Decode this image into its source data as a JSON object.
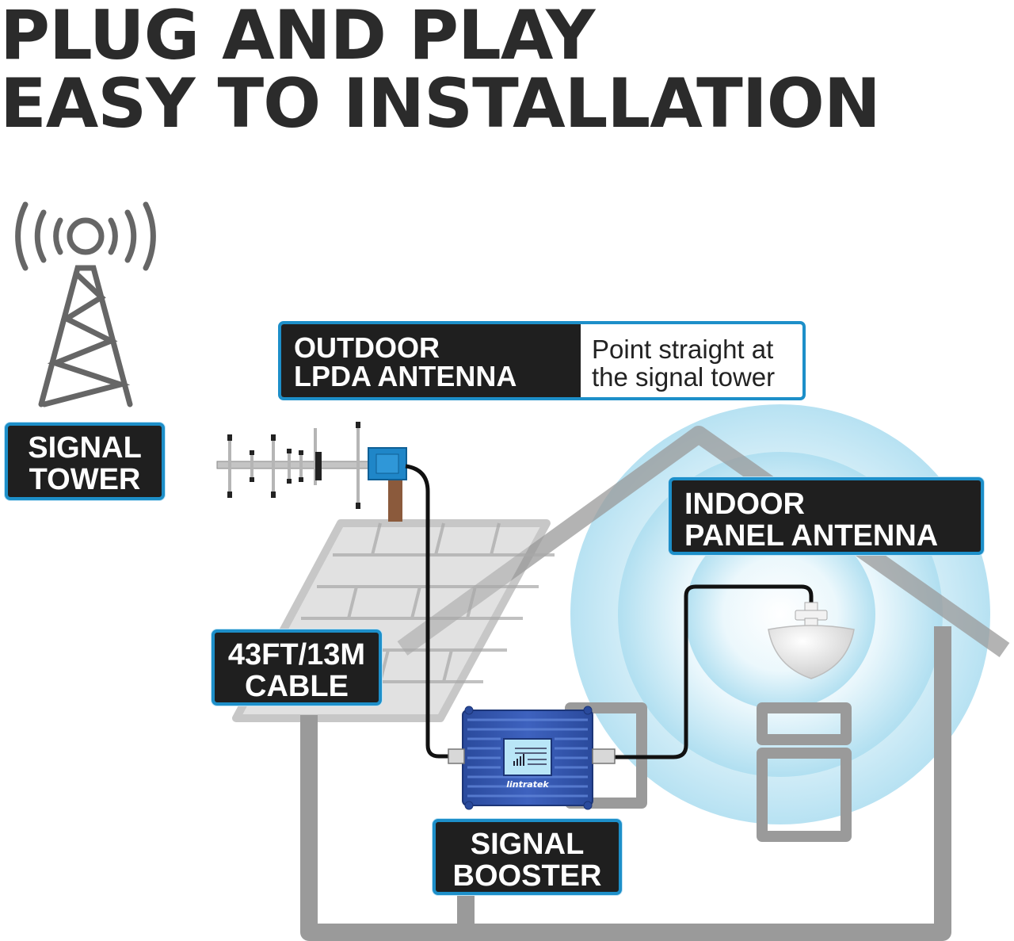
{
  "headline": {
    "line1": "PLUG AND PLAY",
    "line2": "EASY TO INSTALLATION"
  },
  "labels": {
    "signal_tower": [
      "SIGNAL",
      "TOWER"
    ],
    "outdoor_antenna": [
      "OUTDOOR",
      "LPDA  ANTENNA"
    ],
    "outdoor_note": [
      "Point straight at",
      "the signal tower"
    ],
    "indoor_antenna": [
      "INDOOR",
      "PANEL ANTENNA"
    ],
    "cable": [
      "43FT/13M",
      "CABLE"
    ],
    "booster": [
      "SIGNAL",
      "BOOSTER"
    ]
  },
  "booster_brand": "lintratek",
  "colors": {
    "accent": "#1d8fc9",
    "label_bg": "#1f1f1f",
    "house": "#9a9a9a",
    "booster": "#2d4fa3",
    "signal_glow": "#9fd8ee",
    "cable": "#111111"
  }
}
